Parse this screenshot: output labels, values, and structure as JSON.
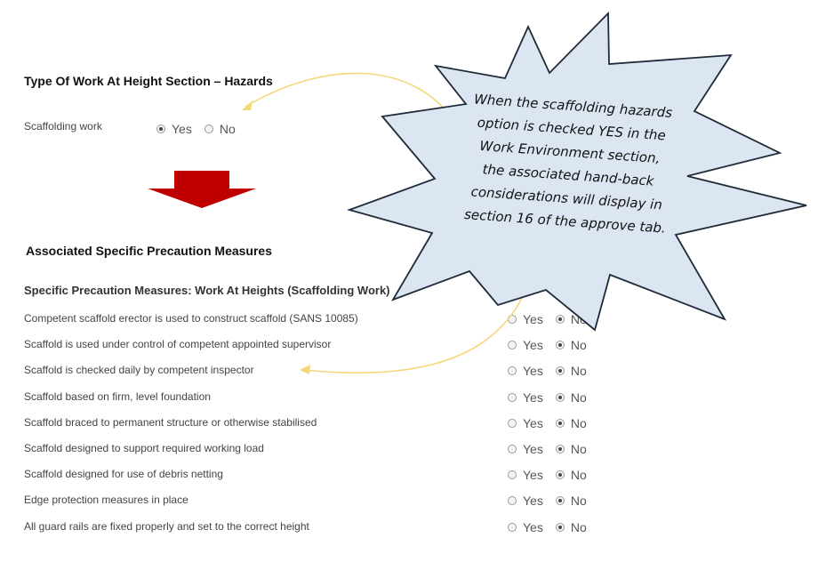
{
  "hazards_section": {
    "title": "Type Of Work At Height Section – Hazards",
    "item_label": "Scaffolding work",
    "yes_label": "Yes",
    "no_label": "No",
    "selected": "Yes"
  },
  "precautions_section": {
    "title": "Associated Specific Precaution Measures",
    "subtitle": "Specific Precaution Measures: Work At Heights (Scaffolding Work)",
    "yes_label": "Yes",
    "no_label": "No",
    "items": [
      {
        "label": "Competent scaffold erector is used to construct scaffold (SANS 10085)",
        "selected": "No"
      },
      {
        "label": "Scaffold is used under control of competent appointed supervisor",
        "selected": "No"
      },
      {
        "label": "Scaffold is checked daily by competent inspector",
        "selected": "No"
      },
      {
        "label": "Scaffold based on firm, level foundation",
        "selected": "No"
      },
      {
        "label": "Scaffold braced to permanent structure or otherwise stabilised",
        "selected": "No"
      },
      {
        "label": "Scaffold designed to support required working load",
        "selected": "No"
      },
      {
        "label": "Scaffold designed for use of debris netting",
        "selected": "No"
      },
      {
        "label": "Edge protection measures in place",
        "selected": "No"
      },
      {
        "label": "All guard rails are fixed properly and set to the correct height",
        "selected": "No"
      }
    ]
  },
  "callout": {
    "lines": [
      "When the scaffolding hazards",
      "option is checked YES in the",
      "Work Environment section,",
      "the associated hand-back",
      "considerations will display in",
      "section 16 of the approve tab."
    ],
    "fill_color": "#dce6f2",
    "stroke_color": "#1f2a3a"
  },
  "arrow_color": "#c00000",
  "connector_color": "#f5d77a"
}
